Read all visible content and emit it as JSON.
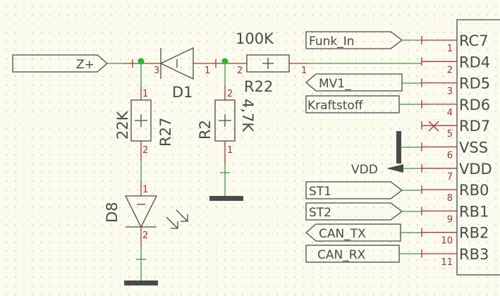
{
  "ports": {
    "z_plus": "Z+",
    "funk_in": "Funk_In",
    "mv1": "MV1_",
    "kraftstoff": "Kraftstoff",
    "st1": "ST1",
    "st2": "ST2",
    "can_tx": "CAN_TX",
    "can_rx": "CAN_RX",
    "vdd": "VDD"
  },
  "parts": {
    "d1": {
      "name": "D1",
      "pin_a": "3",
      "pin_k": "1"
    },
    "r22": {
      "name": "R22",
      "value": "100K",
      "pin_1": "2",
      "pin_2": "1"
    },
    "r27": {
      "name": "R27",
      "value": "22K",
      "pin_top": "1",
      "pin_bottom": "2"
    },
    "r2": {
      "name": "R2",
      "value": "4,7K",
      "pin_top": "2",
      "pin_bottom": "1"
    },
    "d8": {
      "name": "D8",
      "pin_top": "1",
      "pin_bottom": "2"
    }
  },
  "ic": {
    "pins": [
      {
        "num": "1",
        "name": "RC7"
      },
      {
        "num": "2",
        "name": "RD4"
      },
      {
        "num": "3",
        "name": "RD5"
      },
      {
        "num": "4",
        "name": "RD6"
      },
      {
        "num": "5",
        "name": "RD7"
      },
      {
        "num": "6",
        "name": "VSS"
      },
      {
        "num": "7",
        "name": "VDD"
      },
      {
        "num": "8",
        "name": "RB0"
      },
      {
        "num": "9",
        "name": "RB1"
      },
      {
        "num": "10",
        "name": "RB2"
      },
      {
        "num": "11",
        "name": "RB3"
      }
    ]
  },
  "colors": {
    "wire": "#3a9a3a",
    "pin": "#a83232",
    "outline": "#4a4a4a",
    "junction": "#22bb22",
    "background": "#fbfbee"
  }
}
